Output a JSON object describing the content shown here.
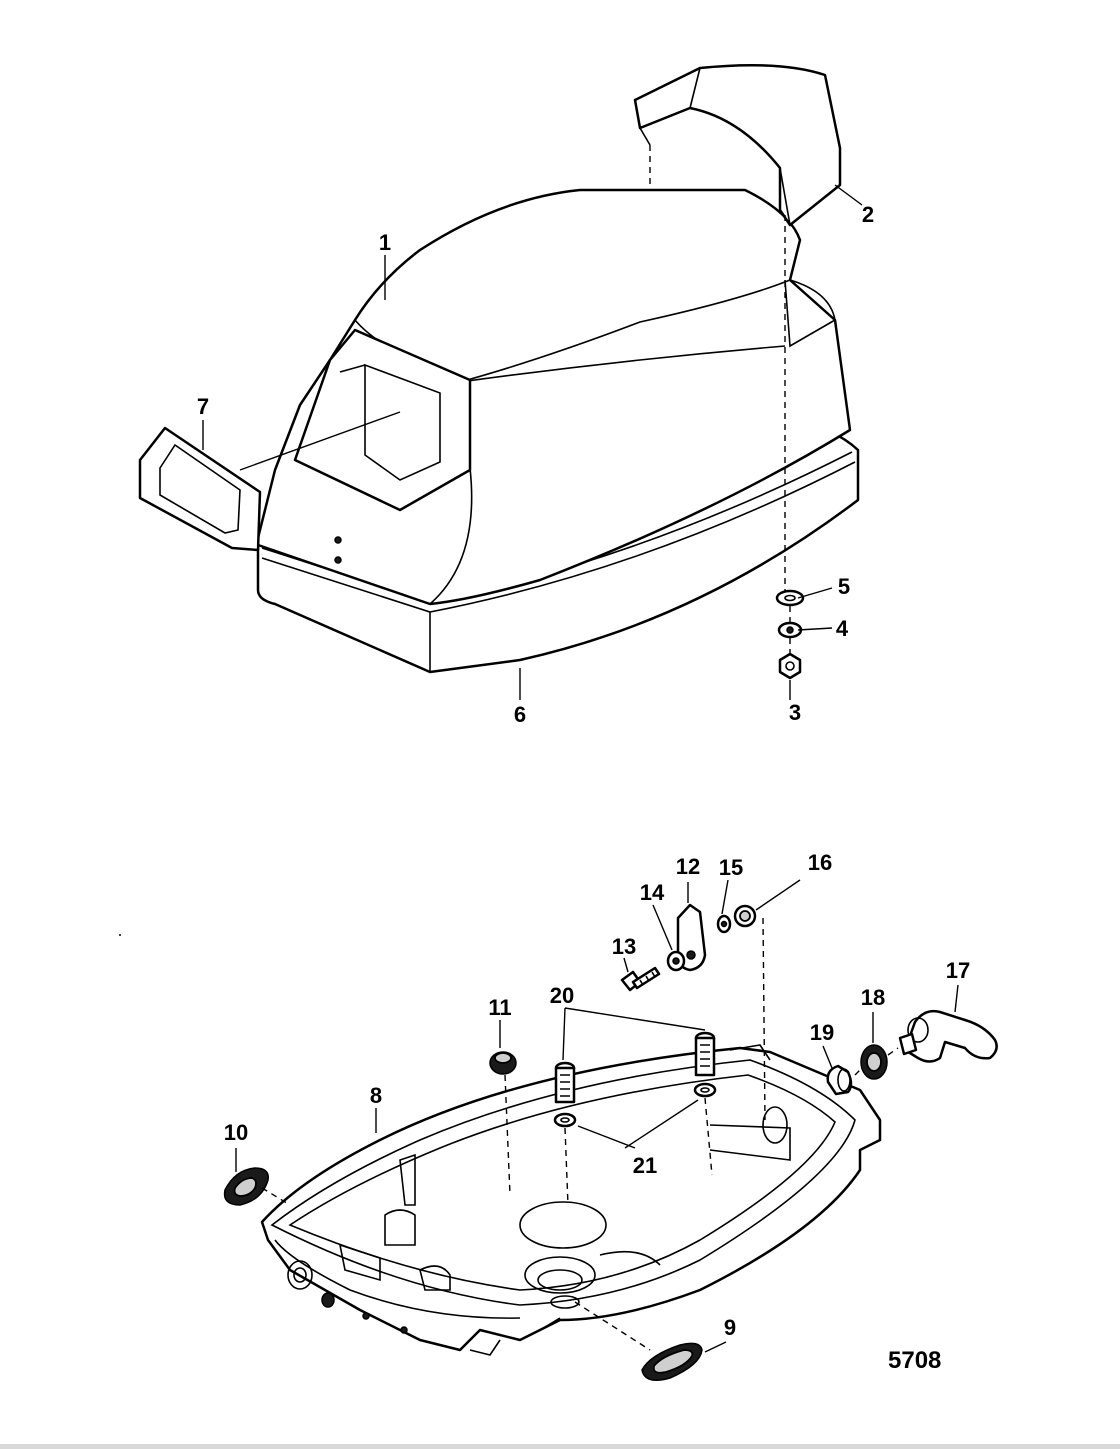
{
  "diagram": {
    "drawing_number": "5708",
    "callouts": [
      "1",
      "2",
      "3",
      "4",
      "5",
      "6",
      "7",
      "8",
      "9",
      "10",
      "11",
      "12",
      "13",
      "14",
      "15",
      "16",
      "17",
      "18",
      "19",
      "20",
      "21"
    ]
  }
}
